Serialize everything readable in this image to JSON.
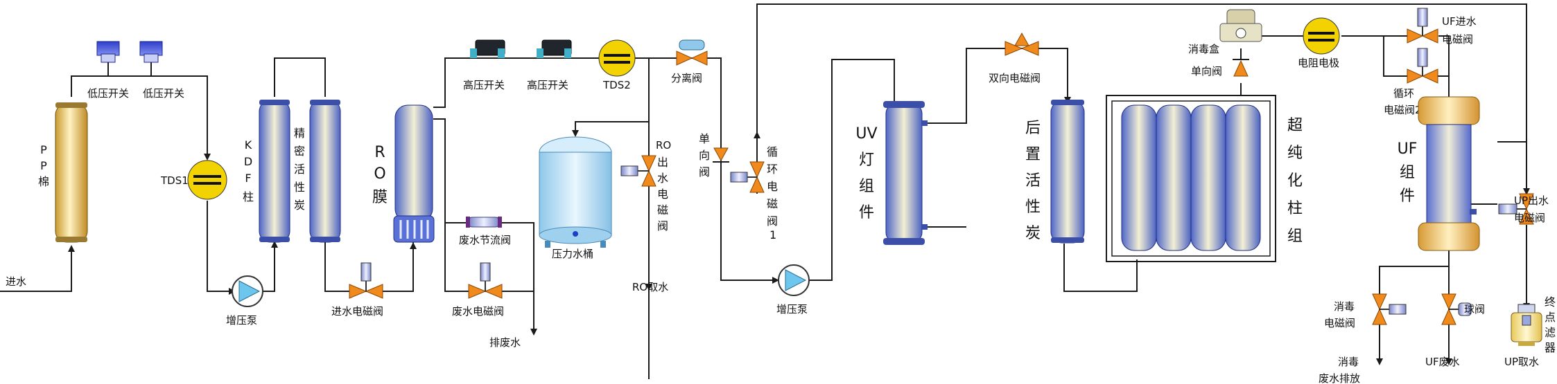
{
  "labels": {
    "inlet": "进水",
    "pp": [
      "P",
      "P",
      "棉"
    ],
    "low_sw1": "低压开关",
    "low_sw2": "低压开关",
    "tds1": "TDS1",
    "pump1": "增压泵",
    "kdf": [
      "K",
      "D",
      "F",
      "柱"
    ],
    "carbon": [
      "精",
      "密",
      "活",
      "性",
      "炭"
    ],
    "inlet_valve": "进水电磁阀",
    "ro": [
      "R",
      "O",
      "膜"
    ],
    "hp_sw1": "高压开关",
    "hp_sw2": "高压开关",
    "tds2": "TDS2",
    "sep_valve": "分离阀",
    "waste_throttle": "废水节流阀",
    "waste_valve": "废水电磁阀",
    "drain": "排废水",
    "tank": "压力水桶",
    "ro_out_valve": [
      "RO",
      "出",
      "水",
      "电",
      "磁",
      "阀"
    ],
    "ro_take": "RO取水",
    "check1": [
      "单",
      "向",
      "阀"
    ],
    "circ_valve1": [
      "循",
      "环",
      "电",
      "磁",
      "阀",
      "1"
    ],
    "pump2": "增压泵",
    "uv": [
      "UV",
      "灯",
      "组",
      "件"
    ],
    "bi_valve": "双向电磁阀",
    "post_carbon": [
      "后",
      "置",
      "活",
      "性",
      "炭"
    ],
    "ultra": [
      "超",
      "纯",
      "化",
      "柱",
      "组"
    ],
    "disinfect_box": "消毒盒",
    "check2": "单向阀",
    "resistance": "电阻电极",
    "uf_in_valve": [
      "UF进水",
      "电磁阀"
    ],
    "circ_valve2": [
      "循环",
      "电磁阀2"
    ],
    "uf": [
      "UF",
      "组",
      "件"
    ],
    "up_out_valve": [
      "UP出水",
      "电磁阀"
    ],
    "dis_valve": [
      "消毒",
      "电磁阀"
    ],
    "dis_drain": [
      "消毒",
      "废水排放"
    ],
    "ball_valve": "球阀",
    "uf_waste": "UF废水",
    "final_filter": [
      "终",
      "点",
      "滤",
      "器"
    ],
    "up_take": "UP取水"
  },
  "colors": {
    "pipe": "#1a1a1a",
    "valve": "#f08a1c",
    "pump": "#6cc6ee",
    "tank": "#bfe3f7",
    "cylinder_blue": "#8fa5e8",
    "cylinder_yellow": "#f5cf6a"
  }
}
